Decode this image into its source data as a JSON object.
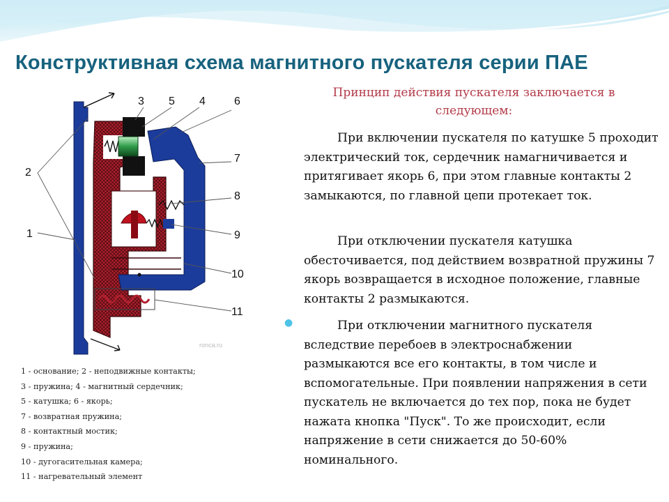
{
  "slide": {
    "title": "Конструктивная схема магнитного  пускателя серии ПАЕ"
  },
  "figure": {
    "callouts": [
      "3",
      "5",
      "4",
      "6",
      "7",
      "8",
      "9",
      "10",
      "11",
      "2",
      "1"
    ],
    "watermark": "ronca.ru"
  },
  "legend": [
    "1 - основание;  2 - неподвижные контакты;",
    "3  -  пружина;  4  -  магнитный сердечник;",
    "5  -  катушка;   6  -  якорь;",
    "7 - возвратная пружина;",
    "8  -  контактный мостик;",
    "9  -  пружина;",
    "10  -  дугогасительная камера;",
    "11 - нагревательный элемент"
  ],
  "text": {
    "intro": "Принцип действия пускателя заключается в следующем:",
    "paragraph1": "При включении пускателя по катушке  5 проходит электрический ток, сердечник намагничивается и притягивает якорь 6,  при этом главные контакты 2 замыкаются, по главной цепи протекает ток.",
    "paragraph2": "При отключении пускателя катушка обесточивается, под действием возвратной пружины 7 якорь возвращается в исходное положение, главные контакты 2 размыкаются.",
    "paragraph3": "При отключении магнитного пускателя вследствие перебоев в электроснабжении размыкаются все его контакты, в том числе и вспомогательные. При появлении напряжения в сети пускатель не включается до тех пор, пока не будет нажата кнопка \"Пуск\". То же происходит, если напряжение в сети снижается до 50-60% номинального."
  },
  "colors": {
    "title": "#17627e",
    "intro": "#b23a48",
    "bullet": "#4ec3e8",
    "base_blue": "#1b3c9b",
    "contact_red": "#b0202e",
    "core_green": "#2f9a4a"
  }
}
